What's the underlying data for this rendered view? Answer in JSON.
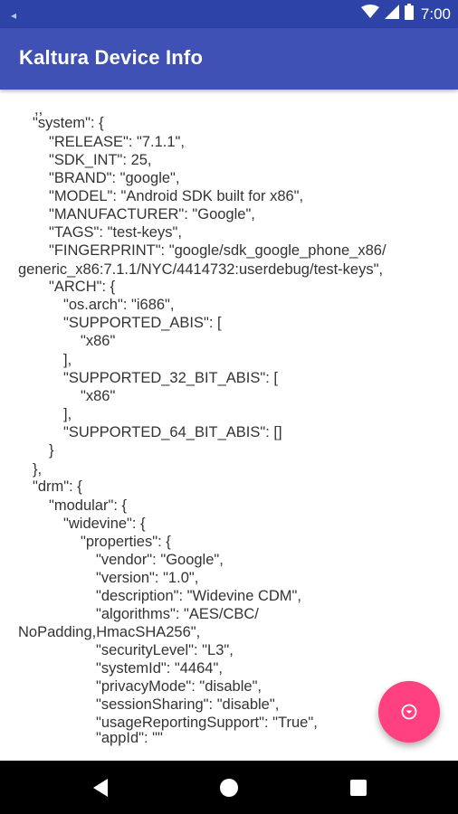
{
  "status_bar": {
    "time": "7:00",
    "icons": [
      "wifi-icon",
      "cell-signal-icon",
      "battery-icon"
    ]
  },
  "app_bar": {
    "title": "Kaltura Device Info"
  },
  "content": {
    "lines": [
      ",,",
      "\"system\": {",
      "\"RELEASE\": \"7.1.1\",",
      "\"SDK_INT\": 25,",
      "\"BRAND\": \"google\",",
      "\"MODEL\": \"Android SDK built for x86\",",
      "\"MANUFACTURER\": \"Google\",",
      "\"TAGS\": \"test-keys\",",
      "\"FINGERPRINT\": \"google/sdk_google_phone_x86/",
      "generic_x86:7.1.1/NYC/4414732:userdebug/test-keys\",",
      "\"ARCH\": {",
      "\"os.arch\": \"i686\",",
      "\"SUPPORTED_ABIS\": [",
      "\"x86\"",
      "],",
      "\"SUPPORTED_32_BIT_ABIS\": [",
      "\"x86\"",
      "],",
      "\"SUPPORTED_64_BIT_ABIS\": []",
      "}",
      "},",
      "\"drm\": {",
      "\"modular\": {",
      "\"widevine\": {",
      "\"properties\": {",
      "\"vendor\": \"Google\",",
      "\"version\": \"1.0\",",
      "\"description\": \"Widevine CDM\",",
      "\"algorithms\": \"AES/CBC/",
      "NoPadding,HmacSHA256\",",
      "\"securityLevel\": \"L3\",",
      "\"systemId\": \"4464\",",
      "\"privacyMode\": \"disable\",",
      "\"sessionSharing\": \"disable\",",
      "\"usageReportingSupport\": \"True\",",
      "\"appId\": \"\""
    ]
  },
  "fab": {
    "icon": "chevron-down-circle-icon",
    "color": "#ff4081"
  },
  "nav_bar": {
    "icons": [
      "back-icon",
      "home-icon",
      "recents-icon"
    ]
  },
  "colors": {
    "status_bar": "#2d43a8",
    "app_bar": "#3f51b5",
    "accent": "#ff4081",
    "text": "#333333"
  }
}
